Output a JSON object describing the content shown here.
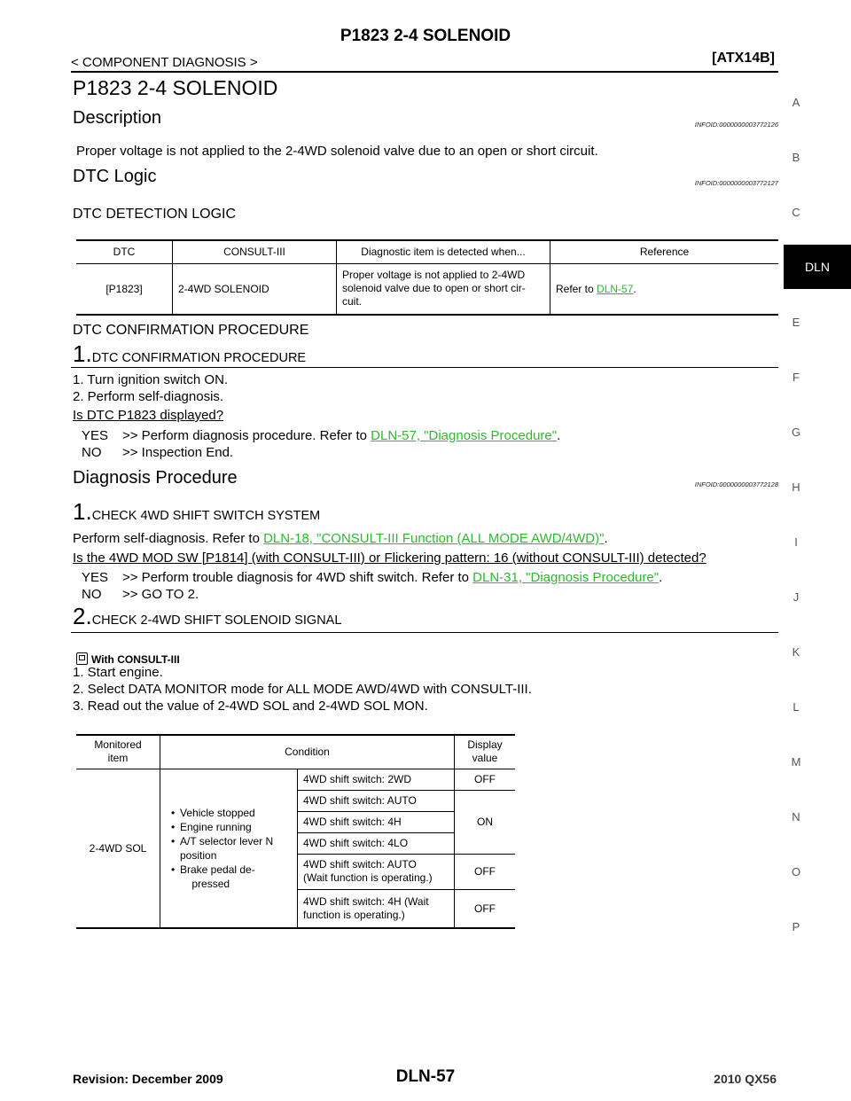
{
  "header": {
    "title": "P1823 2-4 SOLENOID",
    "section": "< COMPONENT DIAGNOSIS >",
    "model": "[ATX14B]"
  },
  "sidebar": {
    "letters": [
      "A",
      "B",
      "C",
      "E",
      "F",
      "G",
      "H",
      "I",
      "J",
      "K",
      "L",
      "M",
      "N",
      "O",
      "P"
    ],
    "active_tab": "DLN"
  },
  "main": {
    "heading": "P1823 2-4 SOLENOID",
    "description": {
      "title": "Description",
      "infoid": "INFOID:0000000003772126",
      "text": "Proper voltage is not applied to the 2-4WD solenoid valve due to an open or short circuit."
    },
    "dtc_logic": {
      "title": "DTC Logic",
      "infoid": "INFOID:0000000003772127",
      "subtitle": "DTC DETECTION LOGIC",
      "table": {
        "headers": [
          "DTC",
          "CONSULT-III",
          "Diagnostic item is detected when...",
          "Reference"
        ],
        "row": {
          "dtc": "[P1823]",
          "consult": "2-4WD SOLENOID",
          "detected_l1": "Proper voltage is not applied to 2-4WD",
          "detected_l2": "solenoid valve due to open or short cir-",
          "detected_l3": "cuit.",
          "reference_prefix": "Refer to ",
          "reference_link": "DLN-57",
          "reference_suffix": "."
        }
      },
      "confirmation_title": "DTC CONFIRMATION PROCEDURE",
      "step1": {
        "num": "1.",
        "title": "DTC CONFIRMATION PROCEDURE",
        "items": [
          "1.   Turn ignition switch ON.",
          "2.   Perform self-diagnosis."
        ],
        "question": "Is DTC P1823 displayed?",
        "yes_label": "YES",
        "yes_text": ">> Perform diagnosis procedure. Refer to ",
        "yes_link": "DLN-57, \"Diagnosis Procedure\"",
        "yes_suffix": ".",
        "no_label": "NO",
        "no_text": ">> Inspection End."
      }
    },
    "diagnosis": {
      "title": "Diagnosis Procedure",
      "infoid": "INFOID:0000000003772128",
      "step1": {
        "num": "1.",
        "title": "CHECK 4WD SHIFT SWITCH SYSTEM",
        "text": "Perform self-diagnosis. Refer to ",
        "link": "DLN-18, \"CONSULT-III Function (ALL MODE AWD/4WD)\"",
        "suffix": ".",
        "question": "Is the 4WD MOD SW [P1814] (with CONSULT-III) or Flickering pattern: 16 (without CONSULT-III) detected?",
        "yes_label": "YES",
        "yes_text": ">> Perform trouble diagnosis for 4WD shift switch. Refer to ",
        "yes_link": "DLN-31, \"Diagnosis Procedure\"",
        "yes_suffix": ".",
        "no_label": "NO",
        "no_text": ">> GO TO 2."
      },
      "step2": {
        "num": "2.",
        "title": "CHECK 2-4WD SHIFT SOLENOID SIGNAL",
        "with_label": "With CONSULT-III",
        "items": [
          "1.   Start engine.",
          "2.   Select DATA MONITOR mode for ALL MODE AWD/4WD with CONSULT-III.",
          "3.   Read out the value of 2-4WD SOL and 2-4WD SOL MON."
        ],
        "table": {
          "h_item_l1": "Monitored",
          "h_item_l2": "item",
          "h_condition": "Condition",
          "h_value_l1": "Display",
          "h_value_l2": "value",
          "item": "2-4WD SOL",
          "conditions": [
            "Vehicle stopped",
            "Engine running",
            "A/T selector lever N position",
            "Brake pedal de- pressed"
          ],
          "cond_lines": [
            "Vehicle stopped",
            "Engine running",
            "A/T selector lever N",
            "position",
            "Brake pedal de-",
            "pressed"
          ],
          "r1_cond": "4WD shift switch: 2WD",
          "r1_val": "OFF",
          "r2_cond": "4WD shift switch: AUTO",
          "r3_cond": "4WD shift switch: 4H",
          "r4_cond": "4WD shift switch: 4LO",
          "r234_val": "ON",
          "r5_cond_l1": "4WD shift switch: AUTO",
          "r5_cond_l2": "(Wait function is operating.)",
          "r5_val": "OFF",
          "r6_cond_l1": "4WD shift switch: 4H (Wait",
          "r6_cond_l2": "function is operating.)",
          "r6_val": "OFF"
        }
      }
    }
  },
  "footer": {
    "revision": "Revision: December 2009",
    "page": "DLN-57",
    "model_year": "2010 QX56"
  }
}
